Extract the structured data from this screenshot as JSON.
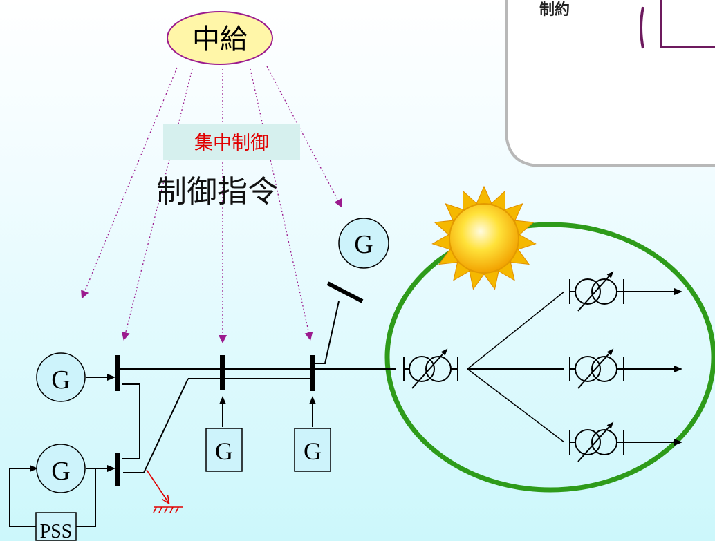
{
  "top_box": {
    "partial_label": "制約"
  },
  "central": {
    "label": "中給"
  },
  "control": {
    "centralized": "集中制御",
    "command": "制御指令"
  },
  "generators": {
    "label": "G"
  },
  "pss": {
    "label": "PSS"
  },
  "colors": {
    "command_arrow": "#9b1b8e",
    "distribution_ellipse": "#2e9b1a",
    "fault_arrow": "#e00000",
    "central_node_fill": "#fff6a8",
    "generator_fill": "#cdf3fb",
    "line": "#000000"
  },
  "icons": [
    "sun-icon",
    "transformer-icon",
    "ground-icon"
  ]
}
